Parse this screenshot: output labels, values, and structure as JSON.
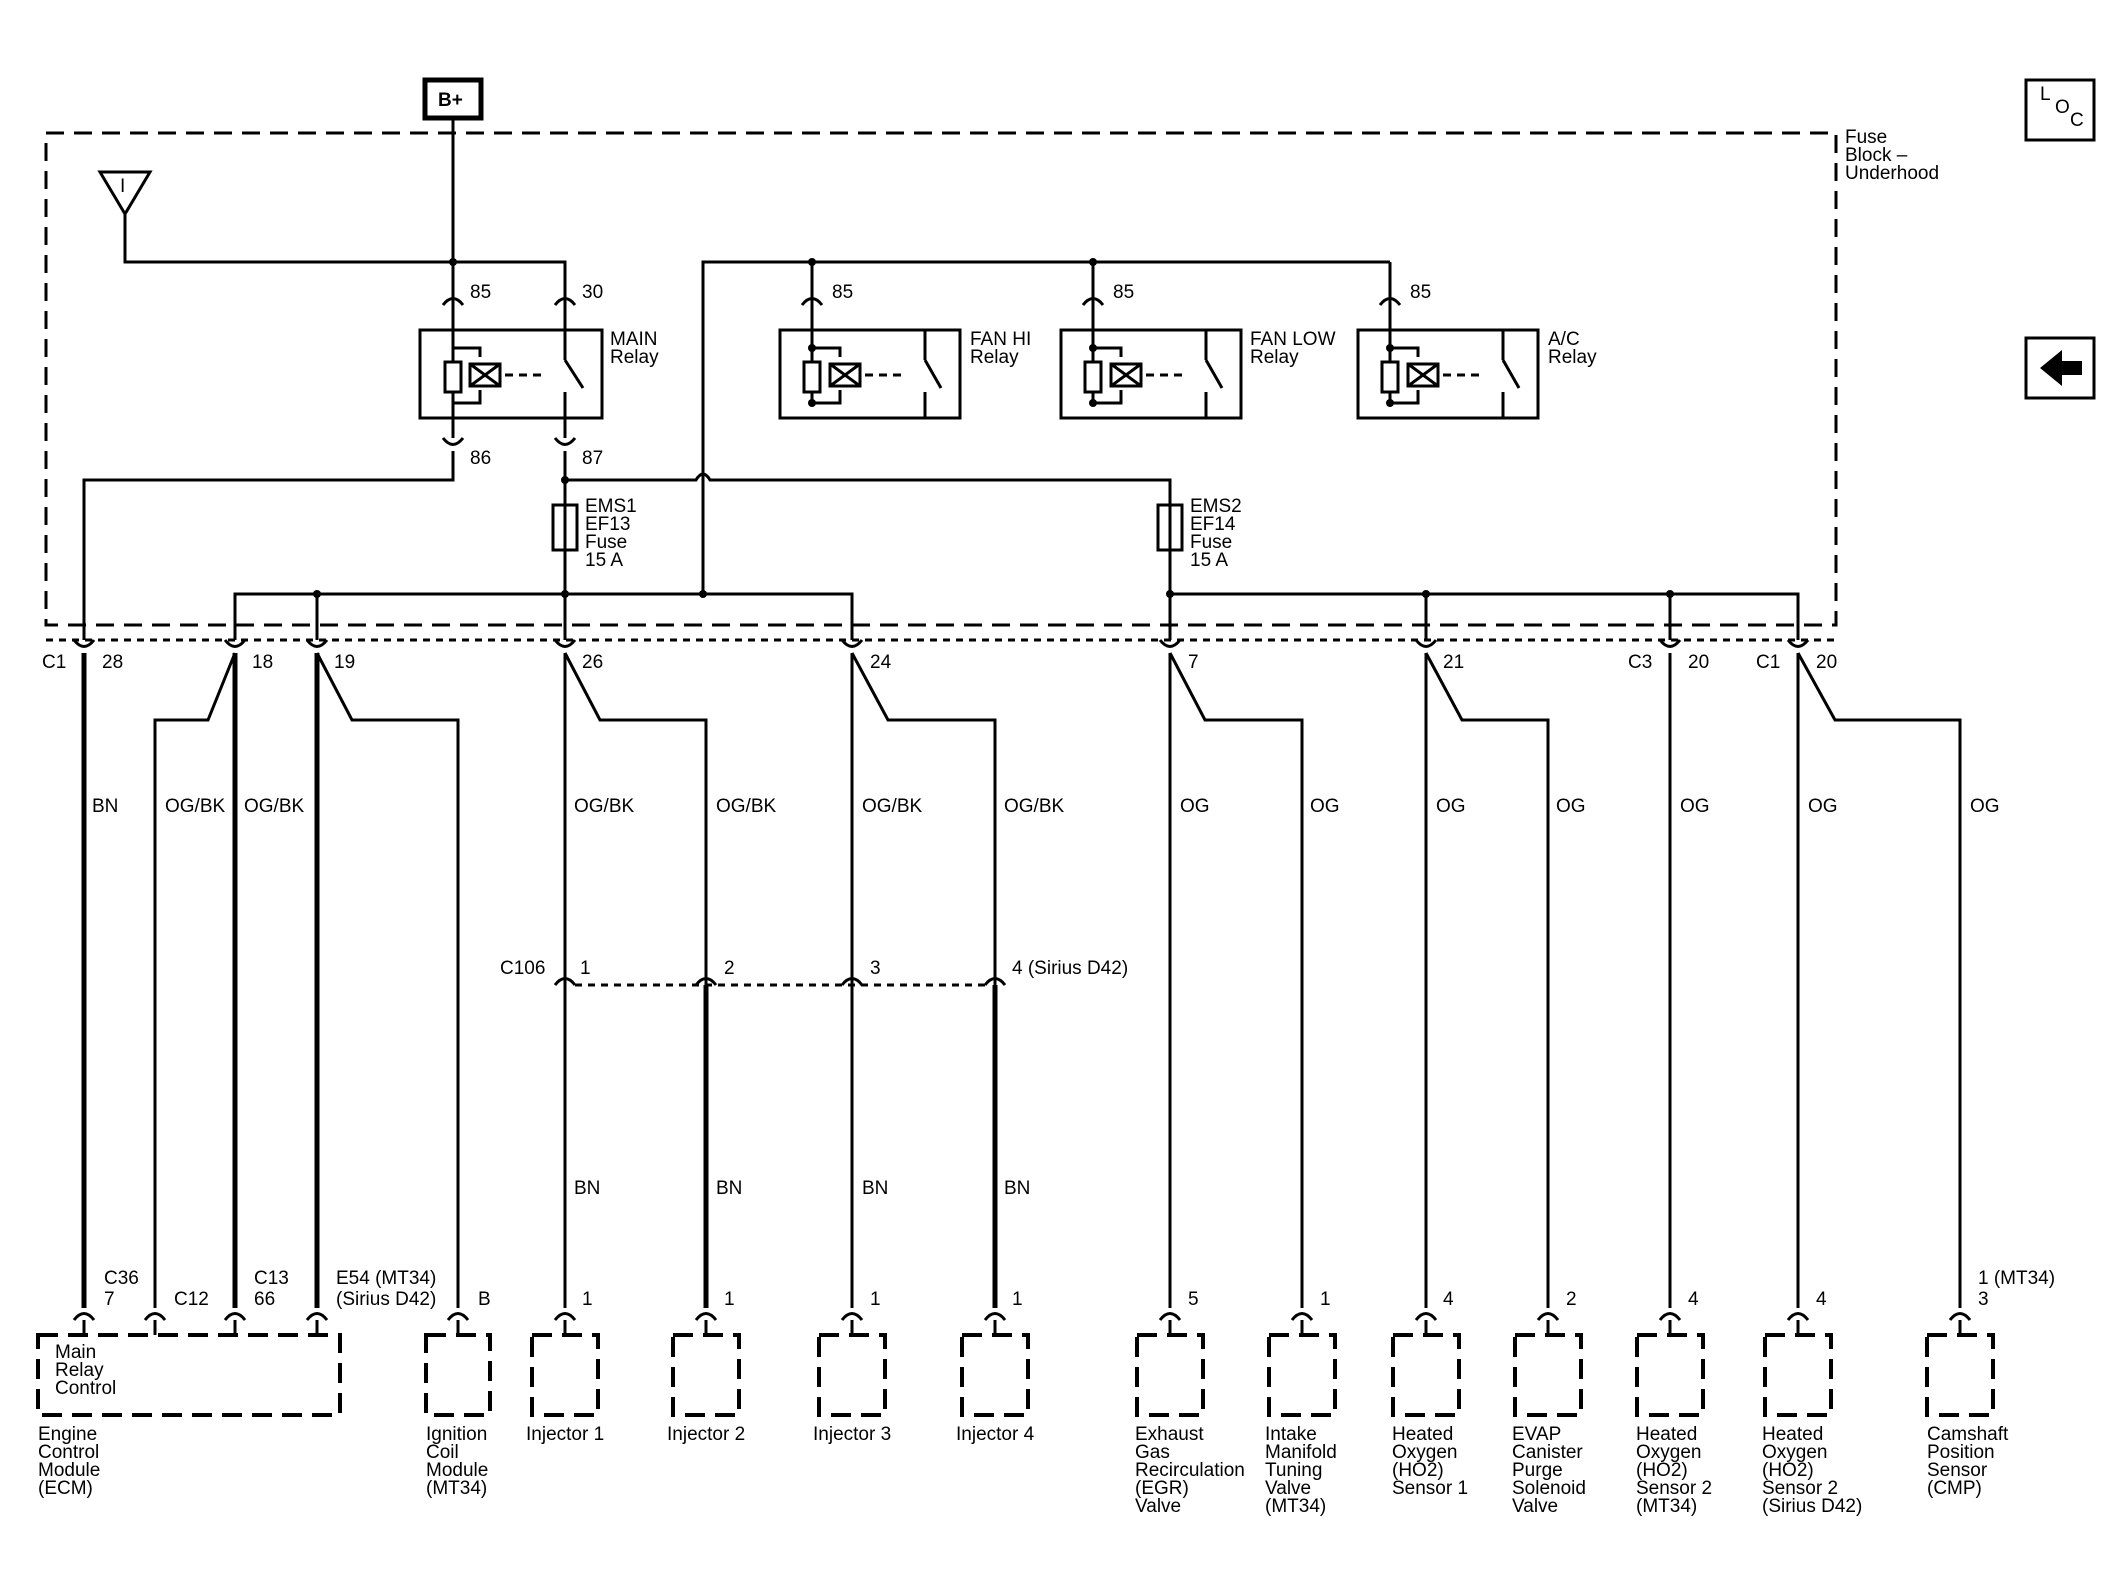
{
  "bplus": "B+",
  "loc": {
    "l": "L",
    "o": "O",
    "c": "C"
  },
  "fuse_block": [
    "Fuse",
    "Block –",
    "Underhood"
  ],
  "ignition_symbol": "I",
  "relays": {
    "main": {
      "pins": {
        "a": "85",
        "b": "30",
        "c": "86",
        "d": "87"
      },
      "label": [
        "MAIN",
        "Relay"
      ]
    },
    "fan_hi": {
      "pin": "85",
      "label": [
        "FAN HI",
        "Relay"
      ]
    },
    "fan_low": {
      "pin": "85",
      "label": [
        "FAN LOW",
        "Relay"
      ]
    },
    "ac": {
      "pin": "85",
      "label": [
        "A/C",
        "Relay"
      ]
    }
  },
  "fuses": {
    "ems1": [
      "EMS1",
      "EF13",
      "Fuse",
      "15 A"
    ],
    "ems2": [
      "EMS2",
      "EF14",
      "Fuse",
      "15 A"
    ]
  },
  "connectors_top": {
    "c1": "C1",
    "p28": "28",
    "p18": "18",
    "p19": "19",
    "p26": "26",
    "p24": "24",
    "p7": "7",
    "p21": "21",
    "c3": "C3",
    "p20a": "20",
    "c1b": "C1",
    "p20b": "20"
  },
  "wire_colors": {
    "bn": "BN",
    "ogbk1": "OG/BK",
    "ogbk2": "OG/BK",
    "ogbk3": "OG/BK",
    "ogbk4": "OG/BK",
    "ogbk5": "OG/BK",
    "ogbk6": "OG/BK",
    "og1": "OG",
    "og2": "OG",
    "og3": "OG",
    "og4": "OG",
    "og5": "OG",
    "og6": "OG",
    "og7": "OG",
    "inj1": "BN",
    "inj2": "BN",
    "inj3": "BN",
    "inj4": "BN"
  },
  "c106": {
    "name": "C106",
    "p1": "1",
    "p2": "2",
    "p3": "3",
    "p4": "4 (Sirius D42)"
  },
  "bottom_pins": {
    "c36": "C36",
    "p7": "7",
    "c12": "C12",
    "c13": "C13",
    "p66": "66",
    "e54": "E54 (MT34)",
    "sirius": "(Sirius D42)",
    "b": "B",
    "inj1": "1",
    "inj2": "1",
    "inj3": "1",
    "inj4": "1",
    "egr": "5",
    "imt": "1",
    "ho1": "4",
    "evap": "2",
    "ho2a": "4",
    "ho2b": "4",
    "cmp_a": "1 (MT34)",
    "cmp_b": "3"
  },
  "ecm_internal": [
    "Main",
    "Relay",
    "Control"
  ],
  "components": {
    "ecm": [
      "Engine",
      "Control",
      "Module",
      "(ECM)"
    ],
    "icm": [
      "Ignition",
      "Coil",
      "Module",
      "(MT34)"
    ],
    "inj1": [
      "Injector 1"
    ],
    "inj2": [
      "Injector 2"
    ],
    "inj3": [
      "Injector 3"
    ],
    "inj4": [
      "Injector 4"
    ],
    "egr": [
      "Exhaust",
      "Gas",
      "Recirculation",
      "(EGR)",
      "Valve"
    ],
    "imt": [
      "Intake",
      "Manifold",
      "Tuning",
      "Valve",
      "(MT34)"
    ],
    "ho1": [
      "Heated",
      "Oxygen",
      "(HO2)",
      "Sensor 1"
    ],
    "evap": [
      "EVAP",
      "Canister",
      "Purge",
      "Solenoid",
      "Valve"
    ],
    "ho2a": [
      "Heated",
      "Oxygen",
      "(HO2)",
      "Sensor 2",
      "(MT34)"
    ],
    "ho2b": [
      "Heated",
      "Oxygen",
      "(HO2)",
      "Sensor 2",
      "(Sirius D42)"
    ],
    "cmp": [
      "Camshaft",
      "Position",
      "Sensor",
      "(CMP)"
    ]
  }
}
